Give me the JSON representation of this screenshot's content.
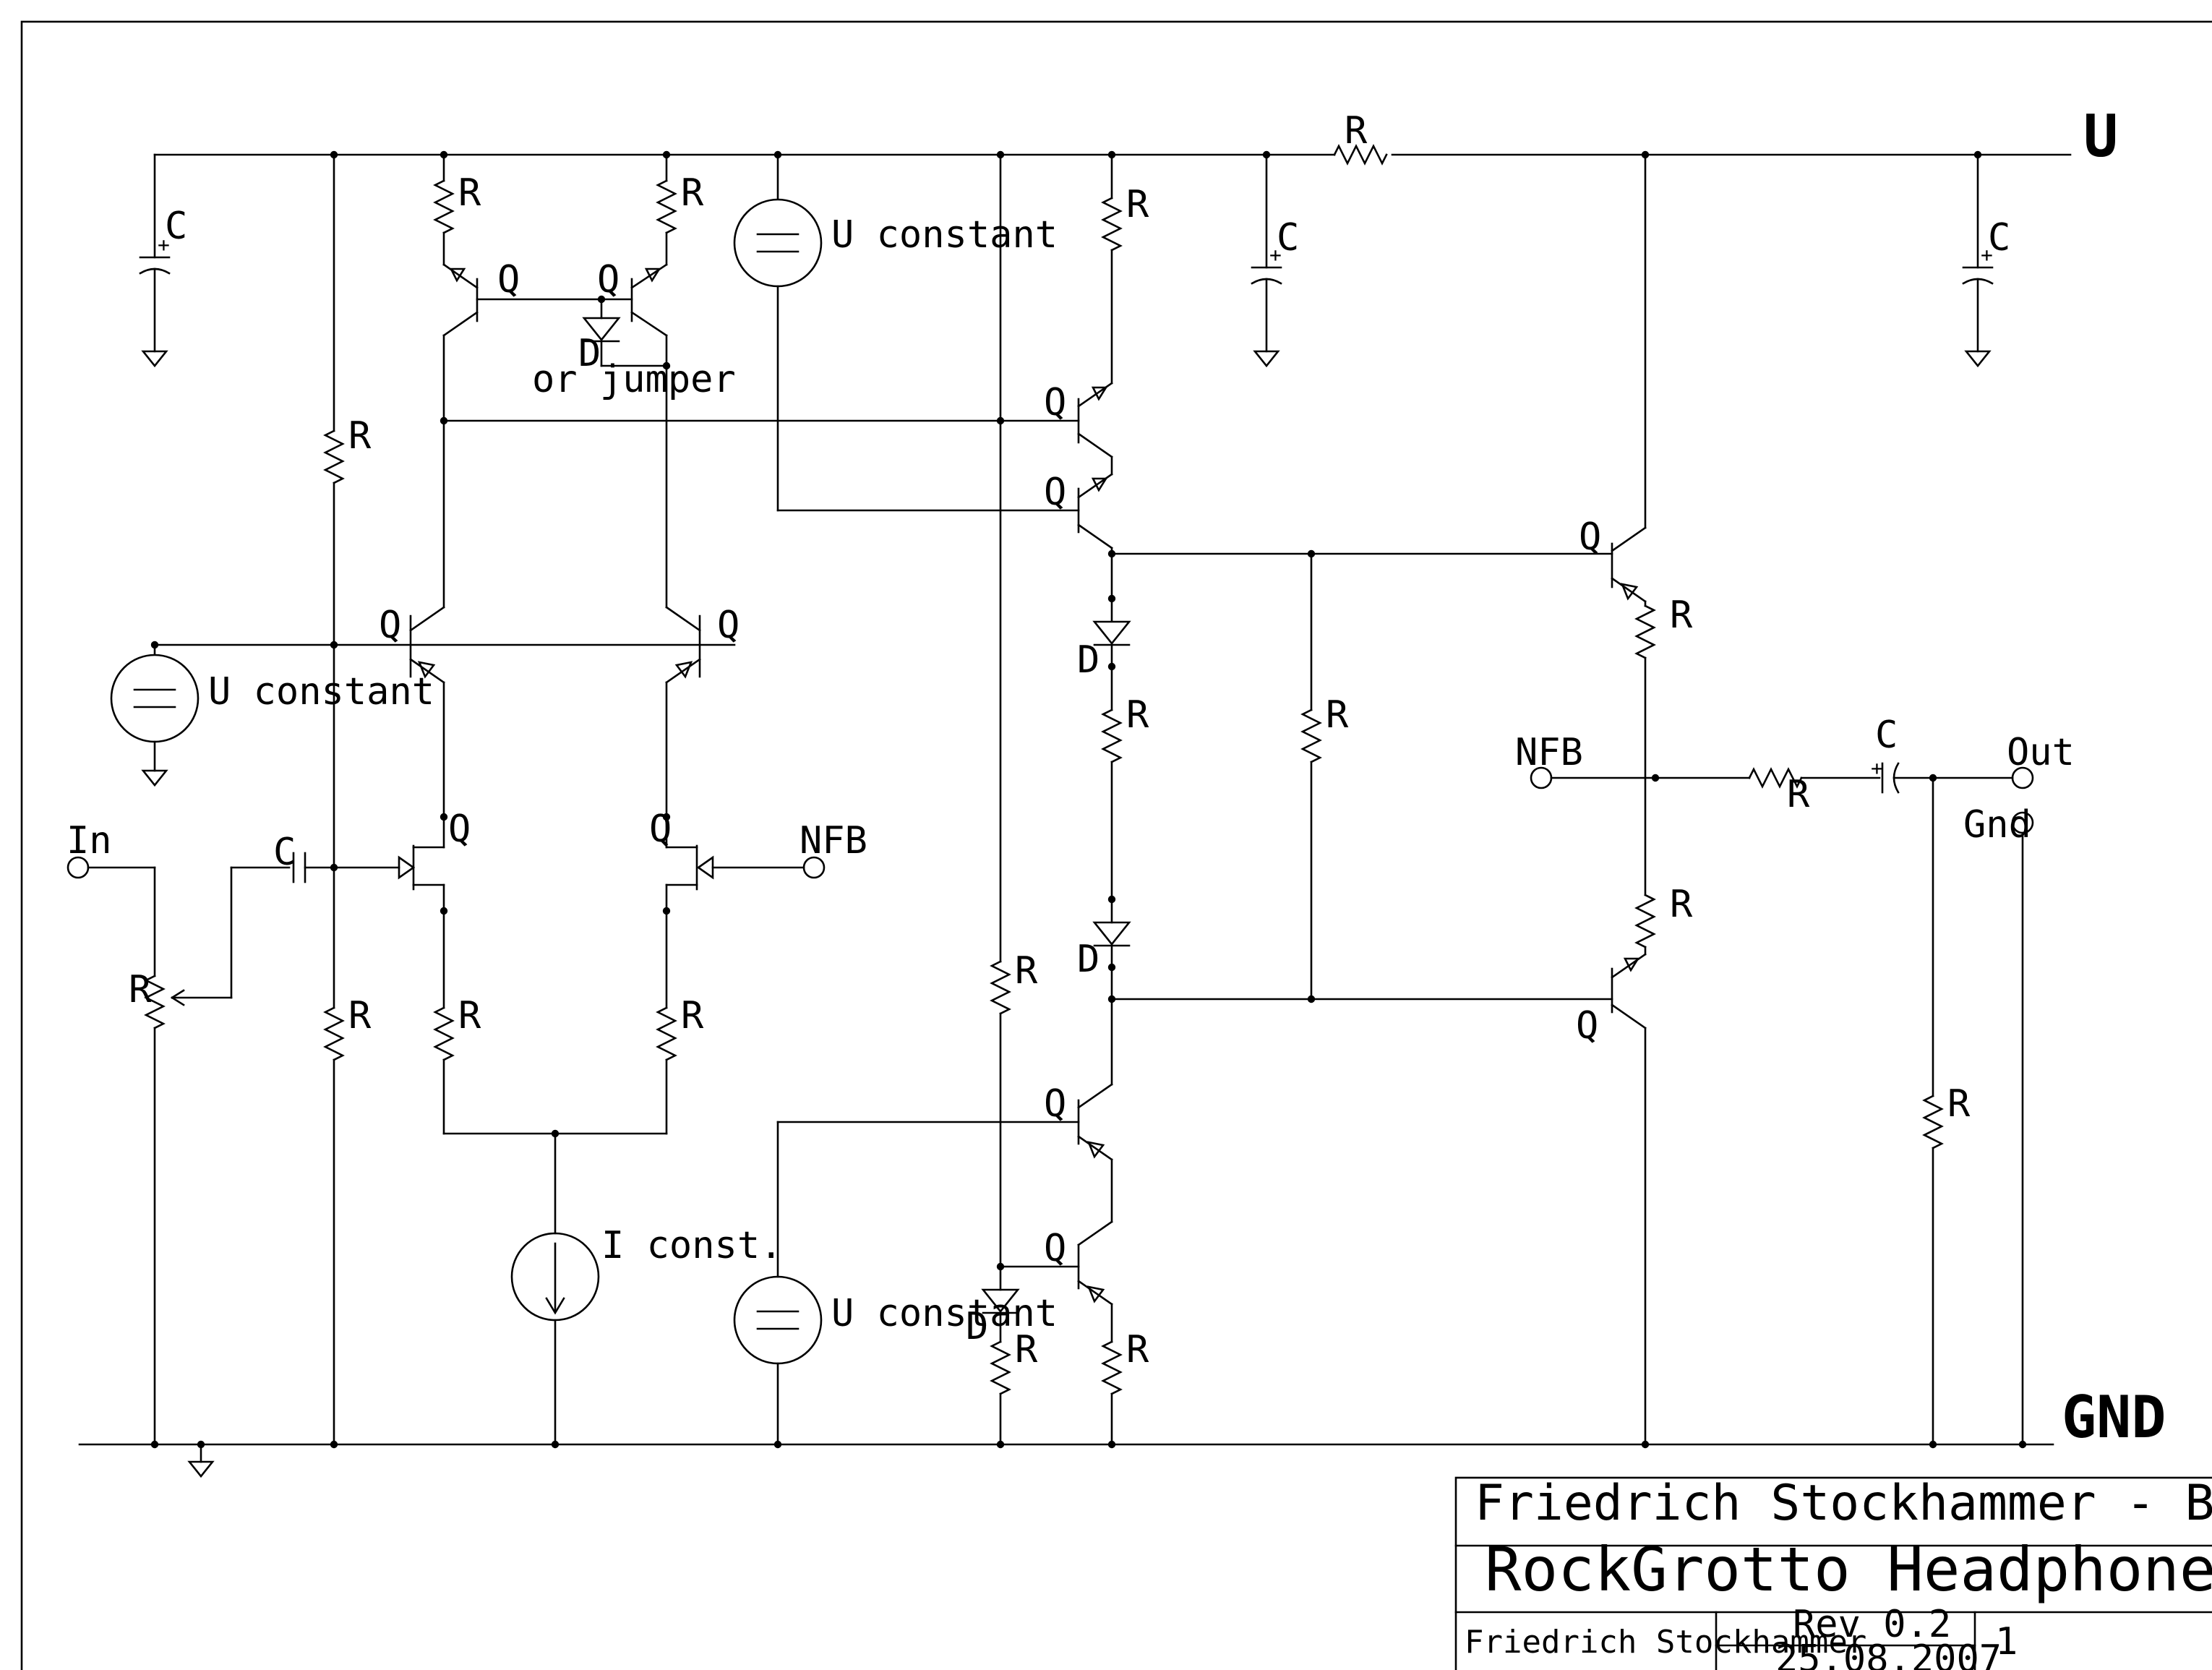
{
  "labels": {
    "R": "R",
    "C": "C",
    "Q": "Q",
    "D": "D",
    "cap_plus": "+",
    "u_constant": "U constant",
    "i_const": "I const.",
    "or_jumper": "or jumper",
    "u_rail": "U",
    "gnd_rail": "GND",
    "in": "In",
    "nfb": "NFB",
    "out": "Out",
    "gnd_terminal": "Gnd"
  },
  "title_block": {
    "company": "Friedrich Stockhammer - Blue Danube DIY Audio",
    "title": "RockGrotto Headphone Amp suggestions",
    "author": "Friedrich Stockhammer",
    "revision": "Rev 0.2",
    "date": "25.08.2007",
    "sheet": "1"
  }
}
